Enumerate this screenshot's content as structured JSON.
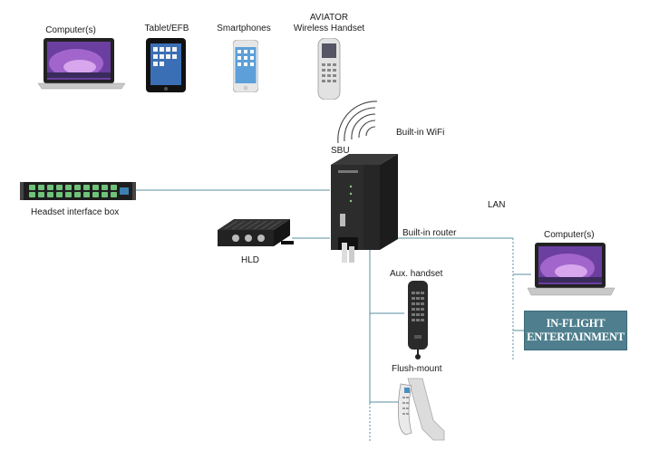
{
  "labels": {
    "computer_top": "Computer(s)",
    "tablet": "Tablet/EFB",
    "smartphones": "Smartphones",
    "aviator_line1": "AVIATOR",
    "aviator_line2": "Wireless Handset",
    "wifi": "Built-in WiFi",
    "sbu": "SBU",
    "headset_box": "Headset interface box",
    "lan": "LAN",
    "router": "Built-in router",
    "computer_right": "Computer(s)",
    "hld": "HLD",
    "aux_handset": "Aux. handset",
    "flush_mount": "Flush-mount",
    "ife_line1": "IN-FLIGHT",
    "ife_line2": "ENTERTAINMENT"
  },
  "colors": {
    "connection_line": "#5a8fa0",
    "ife_background": "#4f7f8e"
  }
}
